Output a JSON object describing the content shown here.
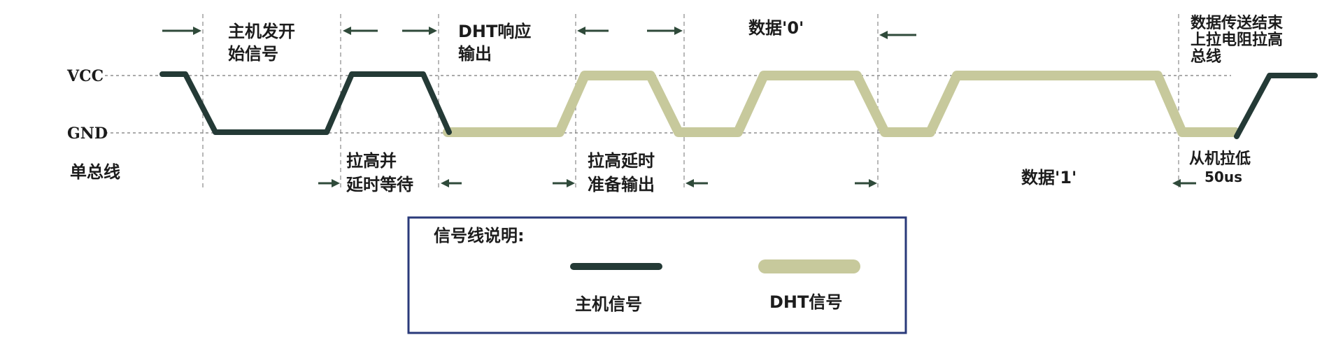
{
  "levels": {
    "vcc": "VCC",
    "gnd": "GND"
  },
  "bus_label": "单总线",
  "phases": {
    "host_start_1": "主机发开",
    "host_start_2": "始信号",
    "pull_wait_1": "拉高并",
    "pull_wait_2": "延时等待",
    "dht_resp_1": "DHT响应",
    "dht_resp_2": "输出",
    "pull_prep_1": "拉高延时",
    "pull_prep_2": "准备输出",
    "data0": "数据'0'",
    "data1": "数据'1'",
    "end_1": "数据传送结束",
    "end_2": "上拉电阻拉高",
    "end_3": "总线",
    "slave_low": "从机拉低",
    "slave_time": "50us"
  },
  "legend": {
    "title": "信号线说明:",
    "host": "主机信号",
    "dht": "DHT信号",
    "host_color": "#243a36",
    "dht_color": "#c7c99c"
  }
}
